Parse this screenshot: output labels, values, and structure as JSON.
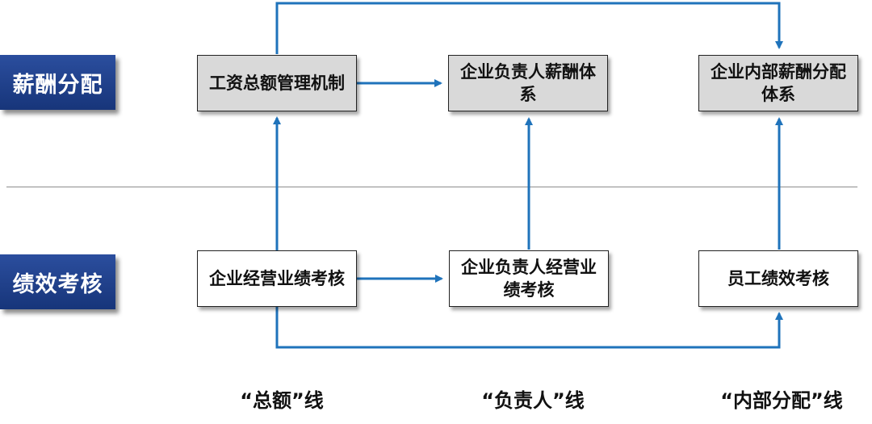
{
  "rows": {
    "top": "薪酬分配",
    "bottom": "绩效考核"
  },
  "boxes": {
    "total_wage": "工资总额管理机制",
    "leader_pay": "企业负责人薪酬体系",
    "internal_pay": "企业内部薪酬分配体系",
    "enterprise_perf": "企业经营业绩考核",
    "leader_perf": "企业负责人经营业绩考核",
    "employee_perf": "员工绩效考核"
  },
  "line_labels": {
    "total": "“总额”线",
    "leader": "“负责人”线",
    "internal": "“内部分配”线"
  },
  "colors": {
    "arrow": "#1f73bb",
    "label_bg": "#1f3f8c",
    "box_gray": "#d9d9d9"
  }
}
